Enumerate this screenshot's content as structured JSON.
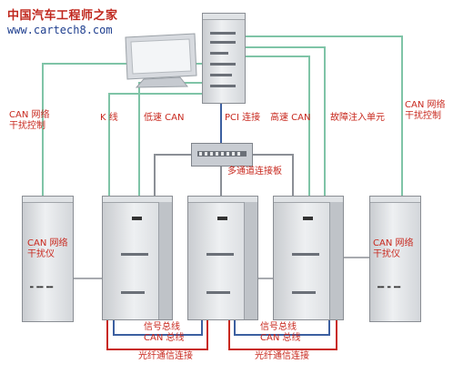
{
  "watermark": {
    "title": "中国汽车工程师之家",
    "url": "www.cartech8.com"
  },
  "labels": {
    "can_left": "CAN 网络",
    "can_left_2": "干扰控制",
    "k_line": "K 线",
    "low_can": "低速 CAN",
    "pci": "PCI 连接",
    "high_can": "高速 CAN",
    "fault": "故障注入单元",
    "can_right": "CAN 网络",
    "can_right_2": "干扰控制",
    "multiplexer": "多通道连接板",
    "left_rack_1": "CAN 网络",
    "left_rack_2": "干扰仪",
    "right_rack_1": "CAN 网络",
    "right_rack_2": "干扰仪",
    "bus_left_1": "信号总线",
    "bus_left_2": "CAN 总线",
    "bus_right_1": "信号总线",
    "bus_right_2": "CAN 总线",
    "fiber_left": "光纤通信连接",
    "fiber_right": "光纤通信连接"
  },
  "colors": {
    "green_line": "#7fc4a7",
    "blue_line": "#3c5fa0",
    "gray_line": "#8b8f96",
    "red_line": "#c8281e",
    "label": "#c8281e"
  }
}
